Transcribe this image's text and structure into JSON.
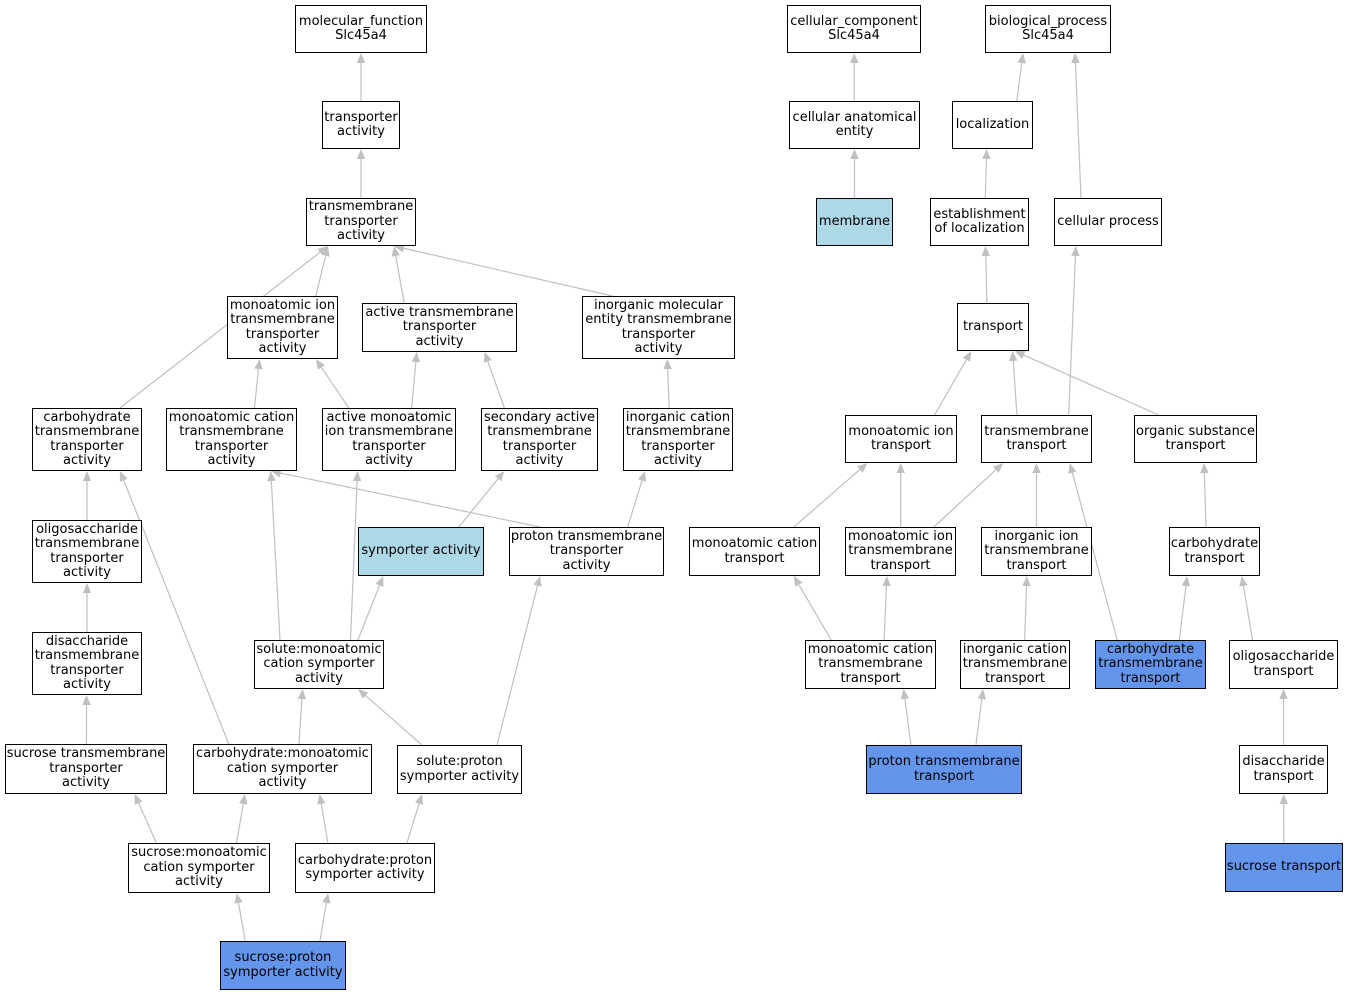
{
  "colors": {
    "node_fill": "#ffffff",
    "node_border": "#000000",
    "highlight_light": "#add8e6",
    "highlight_blue": "#6495ed",
    "edge": "#c0c0c0"
  },
  "nodes": {
    "mf_root": {
      "label": "molecular_function\nSlc45a4",
      "style": "plain"
    },
    "transporter_activity": {
      "label": "transporter\nactivity",
      "style": "plain"
    },
    "tm_transporter_activity": {
      "label": "transmembrane\ntransporter\nactivity",
      "style": "plain"
    },
    "monoatomic_ion_tm_ta": {
      "label": "monoatomic ion\ntransmembrane\ntransporter\nactivity",
      "style": "plain"
    },
    "active_tm_ta": {
      "label": "active transmembrane\ntransporter\nactivity",
      "style": "plain"
    },
    "inorganic_mol_tm_ta": {
      "label": "inorganic molecular\nentity transmembrane\ntransporter\nactivity",
      "style": "plain"
    },
    "carbohydrate_tm_ta": {
      "label": "carbohydrate\ntransmembrane\ntransporter\nactivity",
      "style": "plain"
    },
    "monoatomic_cation_tm_ta": {
      "label": "monoatomic cation\ntransmembrane\ntransporter\nactivity",
      "style": "plain"
    },
    "active_monoatomic_ion_tm_ta": {
      "label": "active monoatomic\nion transmembrane\ntransporter\nactivity",
      "style": "plain"
    },
    "secondary_active_tm_ta": {
      "label": "secondary active\ntransmembrane\ntransporter\nactivity",
      "style": "plain"
    },
    "inorganic_cation_tm_ta": {
      "label": "inorganic cation\ntransmembrane\ntransporter\nactivity",
      "style": "plain"
    },
    "oligosaccharide_tm_ta": {
      "label": "oligosaccharide\ntransmembrane\ntransporter\nactivity",
      "style": "plain"
    },
    "symporter_activity": {
      "label": "symporter activity",
      "style": "light"
    },
    "proton_tm_ta": {
      "label": "proton transmembrane\ntransporter\nactivity",
      "style": "plain"
    },
    "disaccharide_tm_ta": {
      "label": "disaccharide\ntransmembrane\ntransporter\nactivity",
      "style": "plain"
    },
    "solute_monoatomic_cation_symporter": {
      "label": "solute:monoatomic\ncation symporter\nactivity",
      "style": "plain"
    },
    "sucrose_tm_ta": {
      "label": "sucrose transmembrane\ntransporter\nactivity",
      "style": "plain"
    },
    "carbohydrate_monoatomic_cation_symporter": {
      "label": "carbohydrate:monoatomic\ncation symporter\nactivity",
      "style": "plain"
    },
    "solute_proton_symporter": {
      "label": "solute:proton\nsymporter activity",
      "style": "plain"
    },
    "sucrose_monoatomic_cation_symporter": {
      "label": "sucrose:monoatomic\ncation symporter\nactivity",
      "style": "plain"
    },
    "carbohydrate_proton_symporter": {
      "label": "carbohydrate:proton\nsymporter activity",
      "style": "plain"
    },
    "sucrose_proton_symporter": {
      "label": "sucrose:proton\nsymporter activity",
      "style": "blue"
    },
    "cc_root": {
      "label": "cellular_component\nSlc45a4",
      "style": "plain"
    },
    "cellular_anatomical_entity": {
      "label": "cellular anatomical\nentity",
      "style": "plain"
    },
    "membrane": {
      "label": "membrane",
      "style": "light"
    },
    "bp_root": {
      "label": "biological_process\nSlc45a4",
      "style": "plain"
    },
    "localization": {
      "label": "localization",
      "style": "plain"
    },
    "establishment_of_localization": {
      "label": "establishment\nof localization",
      "style": "plain"
    },
    "cellular_process": {
      "label": "cellular process",
      "style": "plain"
    },
    "transport": {
      "label": "transport",
      "style": "plain"
    },
    "monoatomic_ion_transport": {
      "label": "monoatomic ion\ntransport",
      "style": "plain"
    },
    "transmembrane_transport": {
      "label": "transmembrane\ntransport",
      "style": "plain"
    },
    "organic_substance_transport": {
      "label": "organic substance\ntransport",
      "style": "plain"
    },
    "monoatomic_cation_transport": {
      "label": "monoatomic cation\ntransport",
      "style": "plain"
    },
    "monoatomic_ion_tm_transport": {
      "label": "monoatomic ion\ntransmembrane\ntransport",
      "style": "plain"
    },
    "inorganic_ion_tm_transport": {
      "label": "inorganic ion\ntransmembrane\ntransport",
      "style": "plain"
    },
    "carbohydrate_transport": {
      "label": "carbohydrate\ntransport",
      "style": "plain"
    },
    "monoatomic_cation_tm_transport": {
      "label": "monoatomic cation\ntransmembrane\ntransport",
      "style": "plain"
    },
    "inorganic_cation_tm_transport": {
      "label": "inorganic cation\ntransmembrane\ntransport",
      "style": "plain"
    },
    "carbohydrate_tm_transport": {
      "label": "carbohydrate\ntransmembrane\ntransport",
      "style": "blue"
    },
    "oligosaccharide_transport": {
      "label": "oligosaccharide\ntransport",
      "style": "plain"
    },
    "proton_tm_transport": {
      "label": "proton transmembrane\ntransport",
      "style": "blue"
    },
    "disaccharide_transport": {
      "label": "disaccharide\ntransport",
      "style": "plain"
    },
    "sucrose_transport": {
      "label": "sucrose transport",
      "style": "blue"
    }
  },
  "edges": [
    [
      "transporter_activity",
      "mf_root"
    ],
    [
      "tm_transporter_activity",
      "transporter_activity"
    ],
    [
      "monoatomic_ion_tm_ta",
      "tm_transporter_activity"
    ],
    [
      "active_tm_ta",
      "tm_transporter_activity"
    ],
    [
      "inorganic_mol_tm_ta",
      "tm_transporter_activity"
    ],
    [
      "carbohydrate_tm_ta",
      "tm_transporter_activity"
    ],
    [
      "monoatomic_cation_tm_ta",
      "monoatomic_ion_tm_ta"
    ],
    [
      "active_monoatomic_ion_tm_ta",
      "monoatomic_ion_tm_ta"
    ],
    [
      "active_monoatomic_ion_tm_ta",
      "active_tm_ta"
    ],
    [
      "secondary_active_tm_ta",
      "active_tm_ta"
    ],
    [
      "inorganic_cation_tm_ta",
      "inorganic_mol_tm_ta"
    ],
    [
      "oligosaccharide_tm_ta",
      "carbohydrate_tm_ta"
    ],
    [
      "disaccharide_tm_ta",
      "oligosaccharide_tm_ta"
    ],
    [
      "sucrose_tm_ta",
      "disaccharide_tm_ta"
    ],
    [
      "symporter_activity",
      "secondary_active_tm_ta"
    ],
    [
      "proton_tm_ta",
      "monoatomic_cation_tm_ta"
    ],
    [
      "proton_tm_ta",
      "inorganic_cation_tm_ta"
    ],
    [
      "solute_monoatomic_cation_symporter",
      "monoatomic_cation_tm_ta"
    ],
    [
      "solute_monoatomic_cation_symporter",
      "active_monoatomic_ion_tm_ta"
    ],
    [
      "solute_monoatomic_cation_symporter",
      "symporter_activity"
    ],
    [
      "carbohydrate_monoatomic_cation_symporter",
      "carbohydrate_tm_ta"
    ],
    [
      "carbohydrate_monoatomic_cation_symporter",
      "solute_monoatomic_cation_symporter"
    ],
    [
      "solute_proton_symporter",
      "solute_monoatomic_cation_symporter"
    ],
    [
      "solute_proton_symporter",
      "proton_tm_ta"
    ],
    [
      "sucrose_monoatomic_cation_symporter",
      "sucrose_tm_ta"
    ],
    [
      "sucrose_monoatomic_cation_symporter",
      "carbohydrate_monoatomic_cation_symporter"
    ],
    [
      "carbohydrate_proton_symporter",
      "carbohydrate_monoatomic_cation_symporter"
    ],
    [
      "carbohydrate_proton_symporter",
      "solute_proton_symporter"
    ],
    [
      "sucrose_proton_symporter",
      "sucrose_monoatomic_cation_symporter"
    ],
    [
      "sucrose_proton_symporter",
      "carbohydrate_proton_symporter"
    ],
    [
      "cellular_anatomical_entity",
      "cc_root"
    ],
    [
      "membrane",
      "cellular_anatomical_entity"
    ],
    [
      "localization",
      "bp_root"
    ],
    [
      "cellular_process",
      "bp_root"
    ],
    [
      "establishment_of_localization",
      "localization"
    ],
    [
      "transport",
      "establishment_of_localization"
    ],
    [
      "monoatomic_ion_transport",
      "transport"
    ],
    [
      "transmembrane_transport",
      "transport"
    ],
    [
      "transmembrane_transport",
      "cellular_process"
    ],
    [
      "organic_substance_transport",
      "transport"
    ],
    [
      "monoatomic_cation_transport",
      "monoatomic_ion_transport"
    ],
    [
      "monoatomic_ion_tm_transport",
      "monoatomic_ion_transport"
    ],
    [
      "monoatomic_ion_tm_transport",
      "transmembrane_transport"
    ],
    [
      "inorganic_ion_tm_transport",
      "transmembrane_transport"
    ],
    [
      "carbohydrate_transport",
      "organic_substance_transport"
    ],
    [
      "monoatomic_cation_tm_transport",
      "monoatomic_cation_transport"
    ],
    [
      "monoatomic_cation_tm_transport",
      "monoatomic_ion_tm_transport"
    ],
    [
      "inorganic_cation_tm_transport",
      "inorganic_ion_tm_transport"
    ],
    [
      "carbohydrate_tm_transport",
      "transmembrane_transport"
    ],
    [
      "carbohydrate_tm_transport",
      "carbohydrate_transport"
    ],
    [
      "oligosaccharide_transport",
      "carbohydrate_transport"
    ],
    [
      "proton_tm_transport",
      "monoatomic_cation_tm_transport"
    ],
    [
      "proton_tm_transport",
      "inorganic_cation_tm_transport"
    ],
    [
      "disaccharide_transport",
      "oligosaccharide_transport"
    ],
    [
      "sucrose_transport",
      "disaccharide_transport"
    ]
  ]
}
